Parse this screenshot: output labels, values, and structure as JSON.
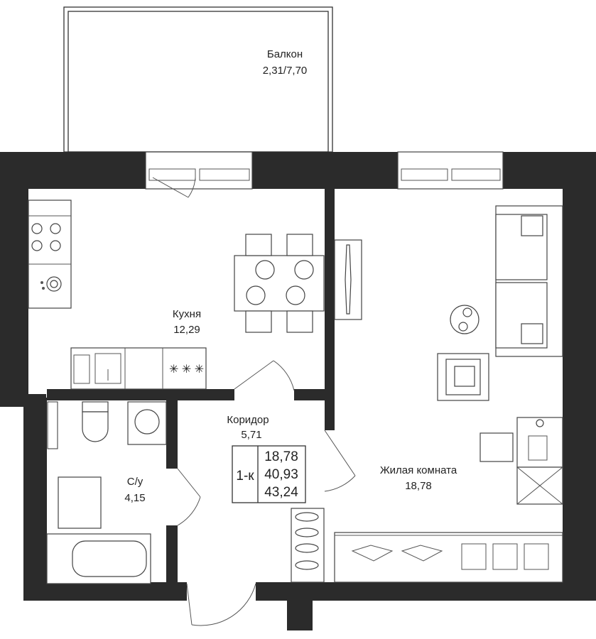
{
  "rooms": {
    "balcony": {
      "name": "Балкон",
      "area": "2,31/7,70"
    },
    "kitchen": {
      "name": "Кухня",
      "area": "12,29"
    },
    "corridor": {
      "name": "Коридор",
      "area": "5,71"
    },
    "bathroom": {
      "name": "С/у",
      "area": "4,15"
    },
    "living": {
      "name": "Жилая комната",
      "area": "18,78"
    }
  },
  "summary": {
    "type": "1-к",
    "living_area": "18,78",
    "total_area": "40,93",
    "total_with_balcony": "43,24"
  },
  "colors": {
    "wall": "#2b2b2b",
    "line": "#333333",
    "background": "#ffffff"
  }
}
